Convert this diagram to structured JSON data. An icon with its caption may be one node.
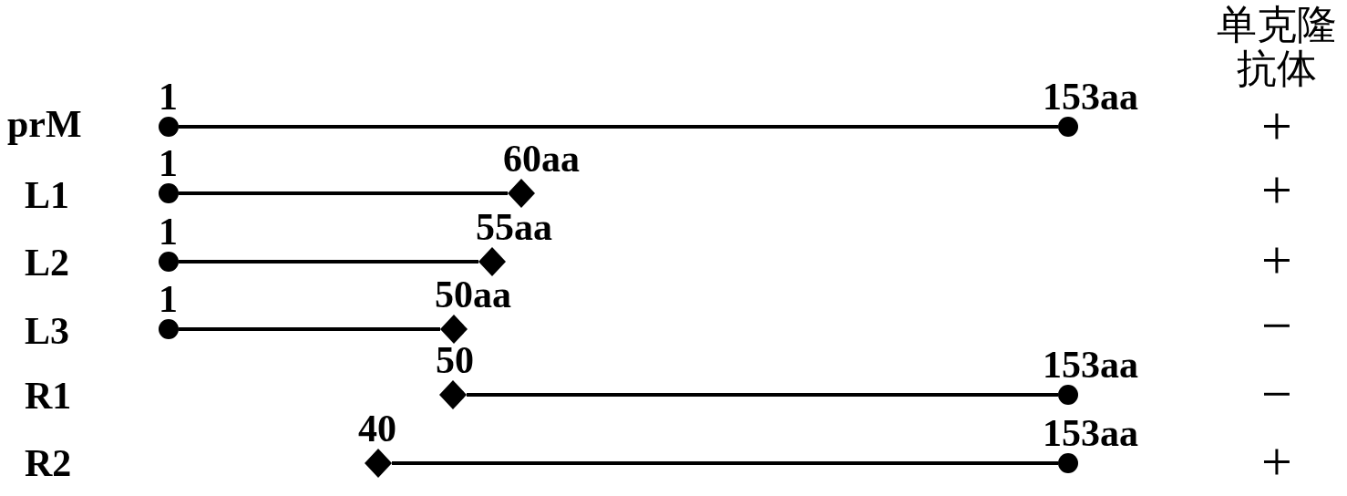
{
  "diagram": {
    "nodes": [
      {
        "text": [],
        "shape": "circle",
        "beside": [
          "1"
        ]
      },
      {
        "text": [],
        "shape": "circle",
        "beside": [
          "153aa"
        ]
      },
      {
        "text": [],
        "shape": "circle",
        "beside": [
          "1"
        ]
      },
      {
        "text": [],
        "shape": "diamond",
        "beside": [
          "60aa"
        ]
      },
      {
        "text": [],
        "shape": "circle",
        "beside": [
          "1"
        ]
      },
      {
        "text": [],
        "shape": "diamond",
        "beside": [
          "55aa"
        ]
      },
      {
        "text": [],
        "shape": "circle",
        "beside": [
          "1"
        ]
      },
      {
        "text": [],
        "shape": "diamond",
        "beside": [
          "50aa"
        ]
      },
      {
        "text": [],
        "shape": "diamond",
        "beside": [
          "50"
        ]
      },
      {
        "text": [],
        "shape": "circle",
        "beside": [
          "153aa"
        ]
      },
      {
        "text": [],
        "shape": "diamond",
        "beside": [
          "40"
        ]
      },
      {
        "text": [],
        "shape": "circle",
        "beside": [
          "153aa"
        ]
      }
    ],
    "edges": [
      {
        "from": 0,
        "to": 1,
        "arrow": "none"
      },
      {
        "from": 2,
        "to": 3,
        "arrow": "none"
      },
      {
        "from": 4,
        "to": 5,
        "arrow": "none"
      },
      {
        "from": 6,
        "to": 7,
        "arrow": "none"
      },
      {
        "from": 8,
        "to": 9,
        "arrow": "none"
      },
      {
        "from": 10,
        "to": 11,
        "arrow": "none"
      }
    ],
    "labels": [
      "单克隆抗体",
      "prM",
      "+",
      "L1",
      "+",
      "L2",
      "+",
      "L3",
      "−",
      "R1",
      "−",
      "R2",
      "+"
    ]
  }
}
